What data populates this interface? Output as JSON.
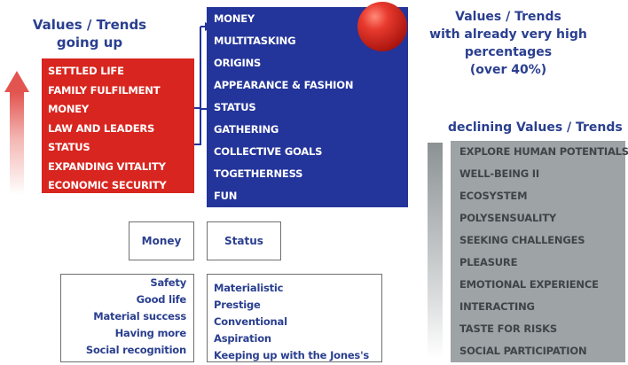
{
  "colors": {
    "rising": "#d8251f",
    "core": "#23349a",
    "declining": "#9ea3a5",
    "heading": "#2a3f8f",
    "connector": "#23349a"
  },
  "going_up": {
    "heading_line1": "Values / Trends",
    "heading_line2": "going up",
    "items": [
      "SETTLED LIFE",
      "FAMILY FULFILMENT",
      "MONEY",
      "LAW AND LEADERS",
      "STATUS",
      "EXPANDING VITALITY",
      "ECONOMIC SECURITY"
    ]
  },
  "high_percentages": {
    "heading_line1": "Values / Trends",
    "heading_line2": "with already very high",
    "heading_line3": "percentages",
    "heading_line4": "(over 40%)",
    "items": [
      "MONEY",
      "MULTITASKING",
      "ORIGINS",
      "APPEARANCE & FASHION",
      "STATUS",
      "GATHERING",
      "COLLECTIVE GOALS",
      "TOGETHERNESS",
      "FUN"
    ]
  },
  "declining": {
    "heading": "declining Values / Trends",
    "items": [
      "EXPLORE HUMAN POTENTIALS",
      "WELL-BEING II",
      "ECOSYSTEM",
      "POLYSENSUALITY",
      "SEEKING CHALLENGES",
      "PLEASURE",
      "EMOTIONAL EXPERIENCE",
      "INTERACTING",
      "TASTE FOR RISKS",
      "SOCIAL PARTICIPATION"
    ]
  },
  "money": {
    "label": "Money",
    "attributes": [
      "Safety",
      "Good life",
      "Material success",
      "Having more",
      "Social recognition"
    ]
  },
  "status": {
    "label": "Status",
    "attributes": [
      "Materialistic",
      "Prestige",
      "Conventional",
      "Aspiration",
      "Keeping up with the Jones's"
    ]
  }
}
